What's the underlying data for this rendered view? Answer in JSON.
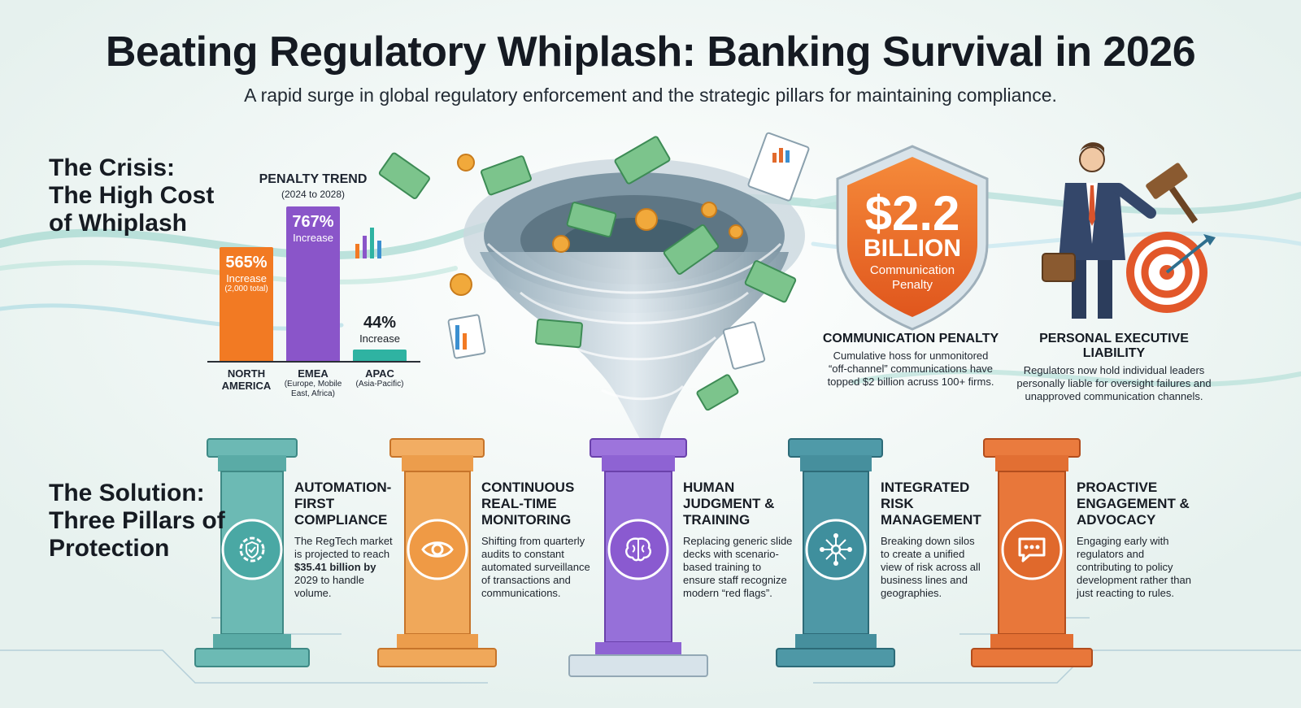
{
  "header": {
    "title": "Beating Regulatory Whiplash: Banking Survival in 2026",
    "subtitle": "A rapid surge in global regulatory enforcement and the strategic pillars for maintaining compliance."
  },
  "crisis": {
    "heading_line1": "The Crisis:",
    "heading_line2": "The High Cost",
    "heading_line3": "of Whiplash"
  },
  "chart_data": {
    "type": "bar",
    "title": "PENALTY TREND",
    "subtitle": "(2024 to 2028)",
    "categories": [
      "NORTH AMERICA",
      "EMEA",
      "APAC"
    ],
    "category_notes": [
      "",
      "(Europe, Mobile East, Africa)",
      "(Asia-Pacific)"
    ],
    "values": [
      565,
      767,
      44
    ],
    "value_labels": [
      "565%",
      "767%",
      "44%"
    ],
    "label_suffix": "Increase",
    "extra_notes": [
      "(2,000 total)",
      "",
      ""
    ],
    "colors": [
      "#f27a23",
      "#8a55c9",
      "#2fb3a2"
    ]
  },
  "shield": {
    "amount": "$2.2",
    "unit": "BILLION",
    "line1": "Communication",
    "line2": "Penalty"
  },
  "stats": [
    {
      "heading": "COMMUNICATION PENALTY",
      "line1": "Cumulative hoss for unmonitored",
      "line2": "“off-channel” communications have",
      "line3": "topped $2 billion acruss 100+ firms."
    },
    {
      "heading": "PERSONAL EXECUTIVE LIABILITY",
      "line1": "Regulators now hold individual leaders",
      "line2": "personally liable for oversight failures and",
      "line3": "unapproved communication channels."
    }
  ],
  "solution": {
    "heading_line1": "The Solution:",
    "heading_line2": "Three Pillars of",
    "heading_line3": "Protection"
  },
  "pillars": [
    {
      "icon": "gear-shield-icon",
      "color": "#4aa8a4",
      "title": [
        "AUTOMATION-",
        "FIRST",
        "COMPLIANCE"
      ],
      "body": [
        "The RegTech market",
        "is projected to reach",
        "$35.41 billion by",
        "2029 to handle",
        "volume."
      ]
    },
    {
      "icon": "eye-icon",
      "color": "#ef9a45",
      "title": [
        "CONTINUOUS",
        "REAL-TIME",
        "MONITORING"
      ],
      "body": [
        "Shifting from quarterly",
        "audits to constant",
        "automated surveillance",
        "of transactions and",
        "communications."
      ]
    },
    {
      "icon": "brain-icon",
      "color": "#8a5ad0",
      "title": [
        "HUMAN",
        "JUDGMENT &",
        "TRAINING"
      ],
      "body": [
        "Replacing generic slide",
        "decks with scenario-",
        "based training to",
        "ensure staff recognize",
        "modern “red flags”."
      ]
    },
    {
      "icon": "network-icon",
      "color": "#3f8f9d",
      "title": [
        "INTEGRATED",
        "RISK",
        "MANAGEMENT"
      ],
      "body": [
        "Breaking down silos",
        "to create a unified",
        "view of risk across all",
        "business lines and",
        "geographies."
      ]
    },
    {
      "icon": "chat-icon",
      "color": "#e0692c",
      "title": [
        "PROACTIVE",
        "ENGAGEMENT &",
        "ADVOCACY"
      ],
      "body": [
        "Engaging early with",
        "regulators and",
        "contributing to policy",
        "development rather than",
        "just reacting to rules."
      ]
    }
  ]
}
